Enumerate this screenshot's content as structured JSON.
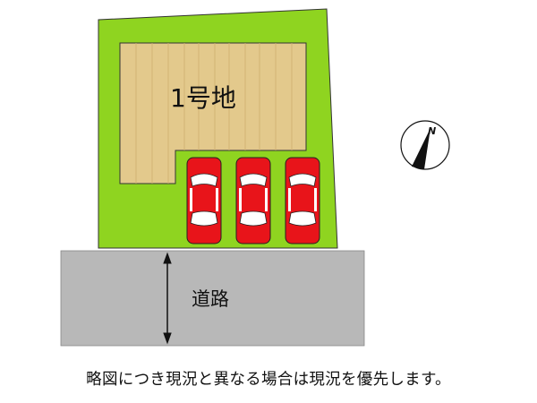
{
  "lot": {
    "label": "1号地",
    "parking_spaces": 3
  },
  "road": {
    "label": "道路"
  },
  "compass": {
    "label": "N"
  },
  "caption": "略図につき現況と異なる場合は現況を優先します。",
  "colors": {
    "grass": "#8fd420",
    "building": "#e3c98c",
    "road": "#b8b8b8",
    "car": "#e8141a"
  }
}
